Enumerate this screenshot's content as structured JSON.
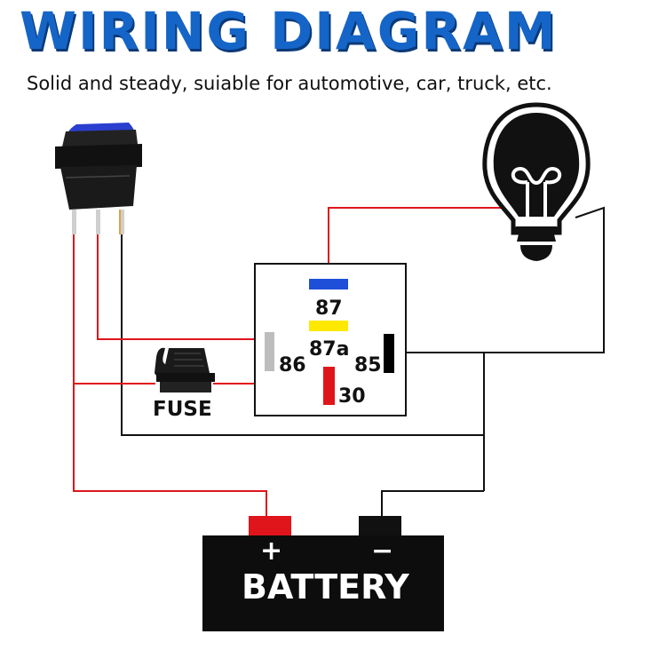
{
  "title": "WIRING DIAGRAM",
  "subtitle": "Solid and steady, suiable for automotive, car, truck, etc.",
  "relay": {
    "pin_87": "87",
    "pin_87a": "87a",
    "pin_86": "86",
    "pin_85": "85",
    "pin_30": "30"
  },
  "fuse_label": "FUSE",
  "battery": {
    "label": "BATTERY",
    "positive": "+",
    "negative": "−"
  },
  "colors": {
    "title": "#1565c8",
    "wire_red": "#e0151b",
    "wire_black": "#111111",
    "pin_87": "#1e4fd8",
    "pin_87a": "#ffe800",
    "pin_86": "#bdbdbd",
    "pin_85": "#000000",
    "pin_30": "#e0151b",
    "switch_led": "#2a3fd0"
  },
  "icons": [
    "rocker-switch-icon",
    "fuse-icon",
    "light-bulb-icon",
    "battery-icon",
    "relay-icon"
  ]
}
